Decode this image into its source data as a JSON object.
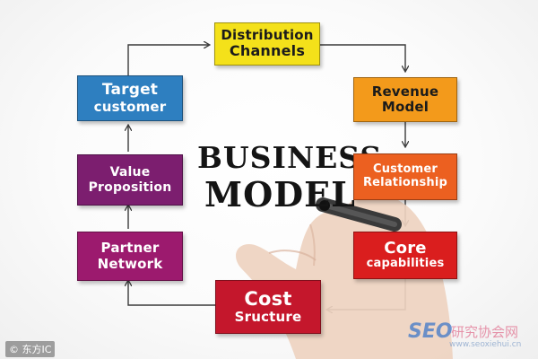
{
  "title": {
    "line1": "BUSINESS",
    "line2": "MODEL"
  },
  "boxes": {
    "distribution": {
      "line1": "Distribution",
      "line2": "Channels",
      "color": "#f4e11a"
    },
    "revenue": {
      "line1": "Revenue",
      "line2": "Model",
      "color": "#f39a1b"
    },
    "customer_relationship": {
      "line1": "Customer",
      "line2": "Relationship",
      "color": "#ec6020"
    },
    "core": {
      "line1": "Core",
      "line2": "capabilities",
      "color": "#da1e1e"
    },
    "cost": {
      "line1": "Cost",
      "line2": "Sructure",
      "color": "#c4172c"
    },
    "partner": {
      "line1": "Partner",
      "line2": "Network",
      "color": "#9c1a6e"
    },
    "value": {
      "line1": "Value",
      "line2": "Proposition",
      "color": "#7c1e6f"
    },
    "target": {
      "line1": "Target",
      "line2": "customer",
      "color": "#2e7fc0"
    }
  },
  "watermarks": {
    "bottom_left": "© 东方IC",
    "bottom_right_seo": "SEO",
    "bottom_right_cn": "研究协会网",
    "bottom_right_url": "www.seoxiehui.cn"
  }
}
